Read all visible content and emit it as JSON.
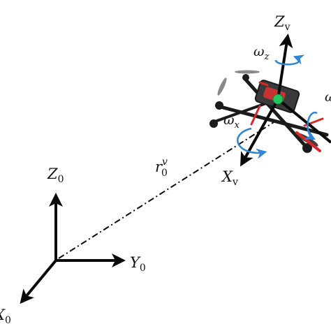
{
  "colors": {
    "axis": "#0a0a0a",
    "rotation_arrow": "#2f86d6",
    "center_dot": "#22c55e",
    "frame_body": "#1b1b1b",
    "frame_accent": "#d62828"
  },
  "world_frame": {
    "z_label": {
      "base": "Z",
      "sub": "0"
    },
    "y_label": {
      "base": "Y",
      "sub": "0"
    },
    "x_label": {
      "base": "X",
      "sub": "0"
    }
  },
  "position_vector": {
    "label": {
      "base": "r",
      "sub": "0",
      "sup": "v"
    },
    "style": "dash-dot"
  },
  "vehicle_frame": {
    "z_label": {
      "base": "Z",
      "sub": "v"
    },
    "x_label": {
      "base": "X",
      "sub": "v"
    },
    "omega_z": {
      "base": "ω",
      "sub": "z"
    },
    "omega_x": {
      "base": "ω",
      "sub": "x"
    },
    "omega_y_partial": "ω"
  },
  "icons": [
    "quadcopter-drone-icon",
    "rotation-arrow-icon",
    "arrowhead-icon"
  ]
}
